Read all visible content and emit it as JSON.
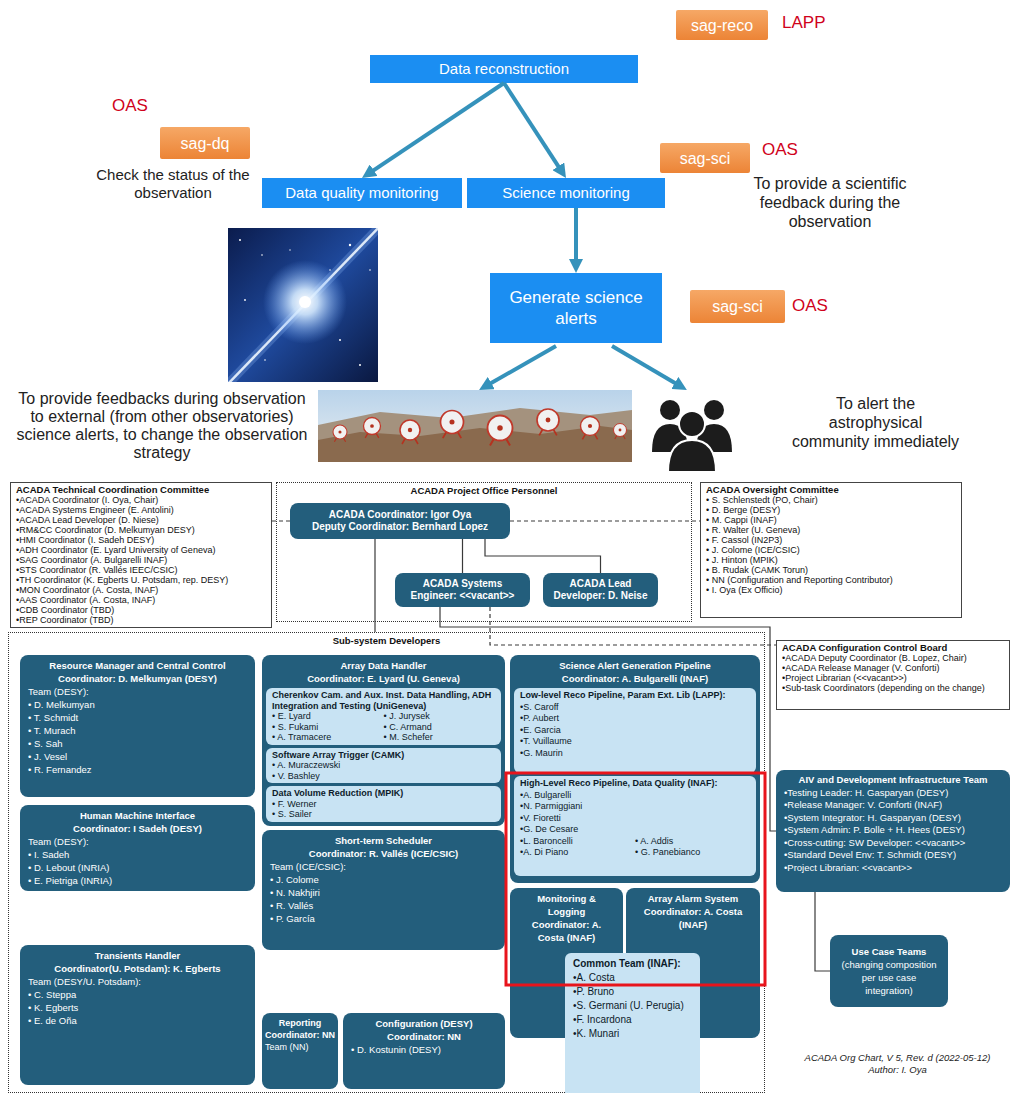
{
  "diagram": {
    "caption": "ACADA Org Chart, V 5, Rev. d (2022-05-12) Author: I. Oya",
    "nodes": [
      {
        "text": [
          "sag-reco"
        ]
      },
      {
        "text": [
          "Data reconstruction"
        ]
      },
      {
        "text": [
          "sag-dq"
        ]
      },
      {
        "text": [
          "Data quality monitoring"
        ]
      },
      {
        "text": [
          "Science monitoring"
        ]
      },
      {
        "text": [
          "sag-sci"
        ]
      },
      {
        "text": [
          "Generate science alerts"
        ]
      },
      {
        "text": [
          "sag-sci"
        ]
      },
      {
        "text": [
          "ACADA Technical Coordination Committee",
          "•ACADA Coordinator (I. Oya, Chair)",
          "•ACADA Systems Engineer (E. Antolini)",
          "•ACADA Lead Developer (D. Niese)",
          "•RM&CC Coordinator (D. Melkumyan DESY)",
          "•HMI Coordinator (I. Sadeh DESY)",
          "•ADH Coordinator (E. Lyard University of Geneva)",
          "•SAG Coordinator (A. Bulgarelli INAF)",
          "•STS Coordinator (R. Vallés IEEC/CSIC)",
          "•TH Coordinator (K. Egberts U. Potsdam, rep. DESY)",
          "•MON Coordinator (A. Costa, INAF)",
          "•AAS Coordinator (A. Costa, INAF)",
          "•CDB Coordinator (TBD)",
          "•REP Coordinator (TBD)"
        ]
      },
      {
        "text": [
          "ACADA Project Office Personnel"
        ]
      },
      {
        "text": [
          "ACADA Coordinator: Igor Oya",
          "Deputy Coordinator: Bernhard Lopez"
        ],
        "in": 9
      },
      {
        "text": [
          "ACADA Systems Engineer: <<vacant>>"
        ],
        "in": 9
      },
      {
        "text": [
          "ACADA Lead Developer: D. Neise"
        ],
        "in": 9
      },
      {
        "text": [
          "ACADA Oversight Committee",
          "• S. Schlenstedt (PO, Chair)",
          "• D. Berge (DESY)",
          "• M. Cappi (INAF)",
          "• R. Walter (U. Geneva)",
          "• F. Cassol (IN2P3)",
          "• J. Colome (ICE/CSIC)",
          "• J. Hinton (MPIK)",
          "• B. Rudak (CAMK Torun)",
          "• NN (Configuration and Reporting Contributor)",
          "• I. Oya (Ex Officio)"
        ]
      },
      {
        "text": [
          "ACADA Configuration Control Board",
          "•ACADA Deputy Coordinator (B. Lopez, Chair)",
          "•ACADA Release Manager (V. Conforti)",
          "•Project Librarian (<<vacant>>)",
          "•Sub-task Coordinators (depending on the change)"
        ]
      },
      {
        "text": [
          "Sub-system Developers"
        ]
      },
      {
        "text": [
          "Resource Manager and Central Control",
          "Coordinator: D. Melkumyan (DESY)",
          "Team (DESY):",
          "• D. Melkumyan",
          "• T. Schmidt",
          "• T. Murach",
          "• S. Sah",
          "• J. Vesel",
          "• R. Fernandez"
        ],
        "in": 15
      },
      {
        "text": [
          "Human Machine Interface",
          "Coordinator: I Sadeh (DESY)",
          "Team (DESY):",
          "• I. Sadeh",
          "• D. Lebout (INRIA)",
          "• E. Pietriga (INRIA)"
        ],
        "in": 15
      },
      {
        "text": [
          "Transients Handler",
          "Coordinator(U. Potsdam): K. Egberts",
          "Team (DESY/U. Potsdam):",
          "• C. Steppa",
          "• K. Egberts",
          "• E. de Oña"
        ],
        "in": 15
      },
      {
        "text": [
          "Array Data Handler",
          "Coordinator: E. Lyard (U. Geneva)"
        ],
        "in": 15
      },
      {
        "text": [
          "Cherenkov Cam. and Aux. Inst. Data Handling, ADH Integration and Testing (UniGeneva)",
          "• E. Lyard",
          "• J. Jurysek",
          "• S. Fukami",
          "• C. Armand",
          "• A. Tramacere",
          "• M. Schefer"
        ],
        "in": 19
      },
      {
        "text": [
          "Software Array Trigger (CAMK)",
          "• A. Muraczewski",
          "• V. Bashley"
        ],
        "in": 19
      },
      {
        "text": [
          "Data Volume Reduction (MPIK)",
          "• F. Werner",
          "• S. Sailer"
        ],
        "in": 19
      },
      {
        "text": [
          "Short-term Scheduler",
          "Coordinator: R. Vallés (ICE/CSIC)",
          "Team (ICE/CSIC):",
          "• J. Colome",
          "• N. Nakhjiri",
          "• R. Vallés",
          "• P. García"
        ],
        "in": 15
      },
      {
        "text": [
          "Reporting Coordinator: NN",
          "Team (NN)"
        ],
        "in": 15
      },
      {
        "text": [
          "Configuration (DESY) Coordinator: NN",
          "• D. Kostunin (DESY)"
        ],
        "in": 15
      },
      {
        "text": [
          "Science Alert Generation Pipeline",
          "Coordinator: A. Bulgarelli (INAF)"
        ],
        "in": 15
      },
      {
        "text": [
          "Low-level Reco Pipeline, Param Ext. Lib (LAPP):",
          "•S. Caroff",
          "•P. Aubert",
          "•E. Garcia",
          "•T. Vuillaume",
          "•G. Maurin"
        ],
        "in": 26
      },
      {
        "text": [
          "High-Level Reco Pipeline, Data Quality (INAF):",
          "•A. Bulgarelli",
          "•N. Parmiggiani",
          "•V. Fioretti",
          "•G. De Cesare",
          "•L. Baroncelli",
          "• A. Addis",
          "•A. Di Piano",
          "• G. Panebianco"
        ],
        "in": 26
      },
      {
        "text": [
          "Monitoring & Logging",
          "Coordinator: A. Costa (INAF)"
        ],
        "in": 15
      },
      {
        "text": [
          "Array Alarm System",
          "Coordinator: A. Costa (INAF)"
        ],
        "in": 15
      },
      {
        "text": [
          "Common Team (INAF):",
          "•A. Costa",
          "•P. Bruno",
          "•S. Germani (U. Perugia)",
          "•F. Incardona",
          "•K. Munari"
        ],
        "in": 15
      },
      {
        "text": [
          "AIV and Development Infrastructure Team",
          "•Testing Leader: H. Gasparyan (DESY)",
          "•Release Manager: V. Conforti (INAF)",
          "•System Integrator: H. Gasparyan (DESY)",
          "•System Admin: P. Bolle + H. Hees (DESY)",
          "•Cross-cutting: SW Developer: <<vacant>>",
          "•Standard Devel Env: T. Schmidt (DESY)",
          "•Project Librarian: <<vacant>>"
        ]
      },
      {
        "text": [
          "Use Case Teams",
          "(changing composition per use case integration)"
        ]
      }
    ],
    "edges": [
      {
        "from": 1,
        "to": 3,
        "arrow": "to"
      },
      {
        "from": 1,
        "to": 4,
        "arrow": "to"
      },
      {
        "from": 4,
        "to": 6,
        "arrow": "to"
      },
      {
        "from": 10,
        "to": 8,
        "arrow": "none"
      },
      {
        "from": 10,
        "to": 13,
        "arrow": "none"
      },
      {
        "from": 10,
        "to": 11,
        "arrow": "none"
      },
      {
        "from": 10,
        "to": 12,
        "arrow": "none"
      },
      {
        "from": 10,
        "to": 15,
        "arrow": "none"
      },
      {
        "from": 11,
        "to": 32,
        "arrow": "none"
      },
      {
        "from": 11,
        "to": 14,
        "arrow": "none"
      },
      {
        "from": 32,
        "to": 33,
        "arrow": "none"
      }
    ],
    "labels": [
      "LAPP",
      "OAS",
      "OAS",
      "Check the status of the observation",
      "To provide a scientific feedback during the observation",
      "OAS",
      "To provide feedbacks during observation to external (from other observatories) science alerts, to change the observation strategy",
      "To alert the astrophysical community immediately"
    ]
  }
}
